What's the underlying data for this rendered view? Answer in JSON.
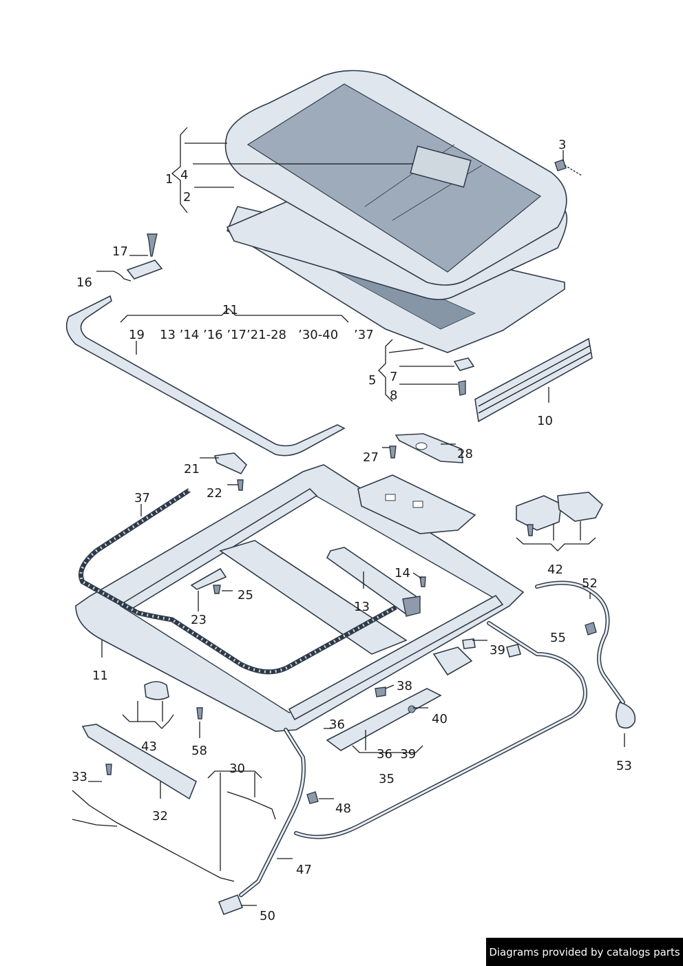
{
  "labels": {
    "l1": "1",
    "l2": "2",
    "l3": "3",
    "l4": "4",
    "l5": "5",
    "l7": "7",
    "l8": "8",
    "l10": "10",
    "l11_top": "11",
    "l11_group": "13 ’14 ’16 ’17’21-28   ’30-40    ’37",
    "l19": "19",
    "l16": "16",
    "l17": "17",
    "l21": "21",
    "l22": "22",
    "l27": "27",
    "l28": "28",
    "l37": "37",
    "l42": "42",
    "l14": "14",
    "l25": "25",
    "l23": "23",
    "l13": "13",
    "l52": "52",
    "l55": "55",
    "l11_bottom": "11",
    "l39a": "39",
    "l38": "38",
    "l40": "40",
    "l36a": "36",
    "l36_39": "36  39",
    "l35": "35",
    "l43": "43",
    "l58": "58",
    "l53": "53",
    "l33": "33",
    "l32": "32",
    "l30": "30",
    "l48": "48",
    "l47": "47",
    "l50": "50"
  },
  "footer": {
    "text": "Diagrams provided by catalogs parts"
  }
}
